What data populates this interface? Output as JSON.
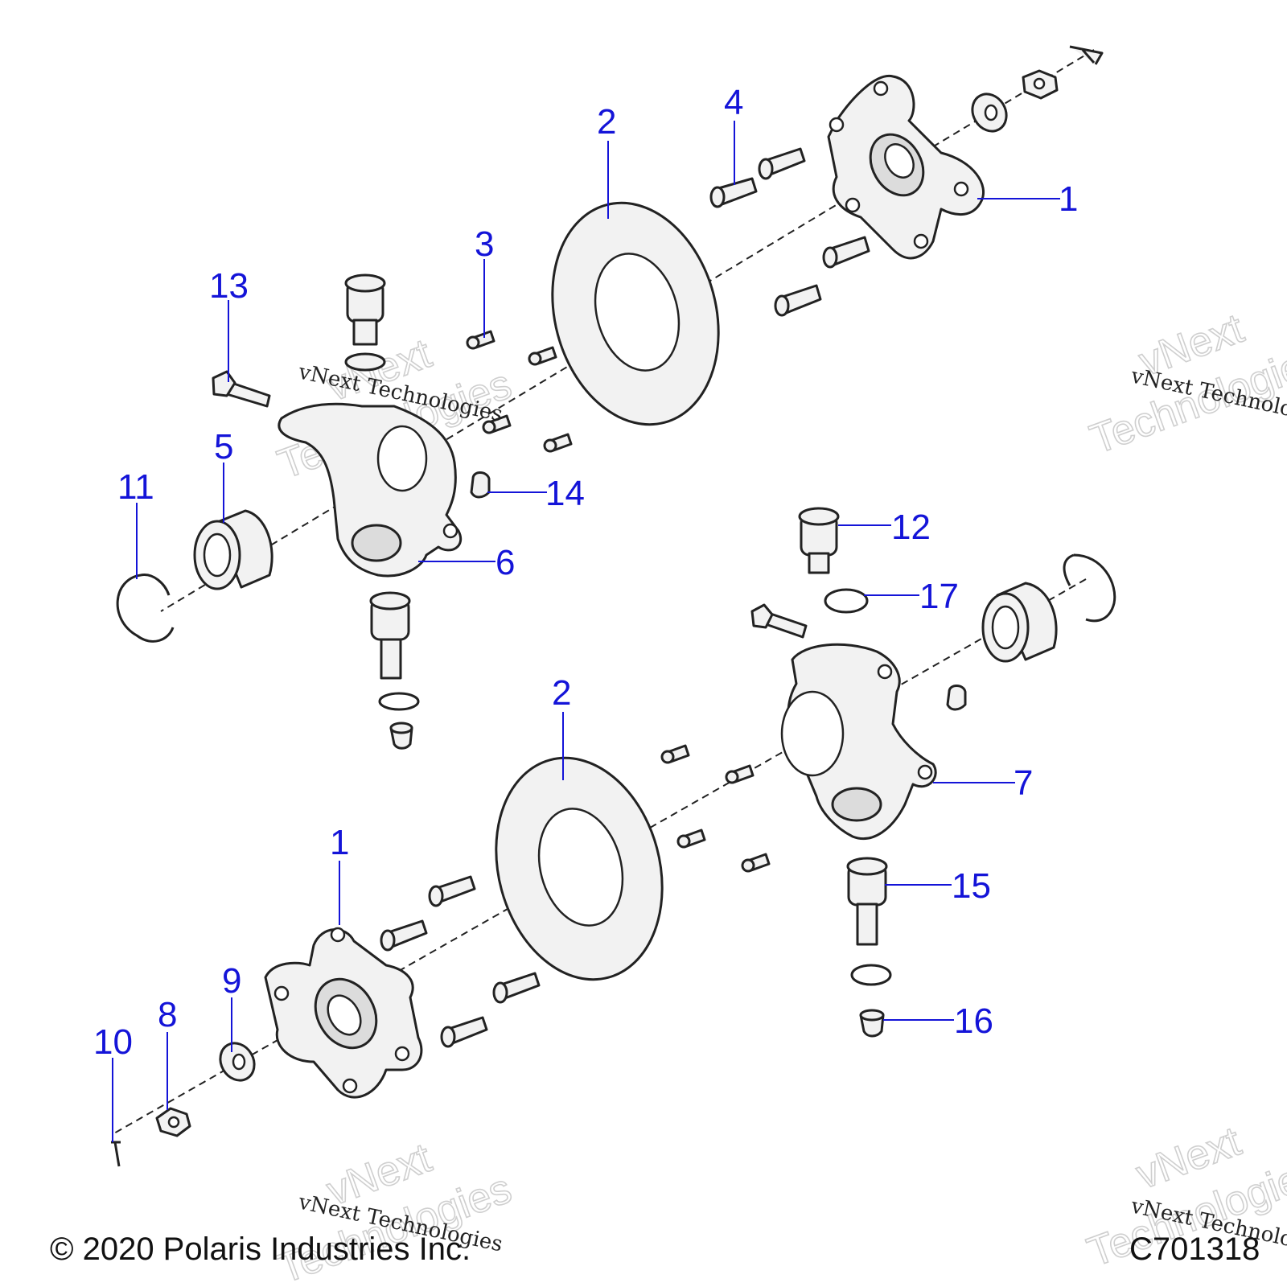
{
  "callouts": {
    "c1_top": "1",
    "c2_top": "2",
    "c3": "3",
    "c4": "4",
    "c13": "13",
    "c5": "5",
    "c11": "11",
    "c14": "14",
    "c6": "6",
    "c12": "12",
    "c17": "17",
    "c2_bottom": "2",
    "c7": "7",
    "c1_bottom": "1",
    "c15": "15",
    "c9": "9",
    "c8": "8",
    "c10": "10",
    "c16": "16"
  },
  "watermarks": {
    "line1": "vNext",
    "line2": "Technologies",
    "full": "vNext Technologies"
  },
  "footer": {
    "copyright": "© 2020 Polaris Industries Inc.",
    "diagram_id": "C701318"
  },
  "colors": {
    "callout": "#1414d8",
    "outline": "#222222"
  }
}
